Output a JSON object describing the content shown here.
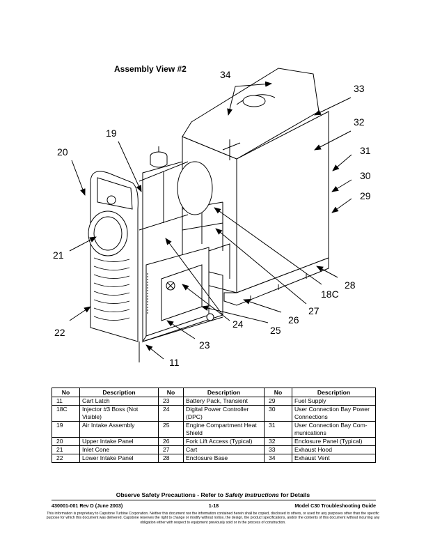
{
  "title": "Assembly View #2",
  "callouts": [
    "34",
    "33",
    "32",
    "31",
    "30",
    "29",
    "19",
    "20",
    "21",
    "22",
    "18C",
    "28",
    "27",
    "26",
    "25",
    "24",
    "23",
    "11"
  ],
  "table": {
    "headers": [
      "No",
      "Description",
      "No",
      "Description",
      "No",
      "Description"
    ],
    "rows": [
      [
        [
          "11",
          "Cart Latch"
        ],
        [
          "23",
          "Battery Pack, Transient"
        ],
        [
          "29",
          "Fuel Supply"
        ]
      ],
      [
        [
          "18C",
          "Injector #3 Boss (Not Visible)"
        ],
        [
          "24",
          "Digital Power Controller (DPC)"
        ],
        [
          "30",
          "User Connection Bay Power Connections"
        ]
      ],
      [
        [
          "19",
          "Air Intake Assembly"
        ],
        [
          "25",
          "Engine Compartment Heat Shield"
        ],
        [
          "31",
          "User Connection Bay Com-munications"
        ]
      ],
      [
        [
          "20",
          "Upper Intake Panel"
        ],
        [
          "26",
          "Fork Lift Access (Typical)"
        ],
        [
          "32",
          "Enclosure Panel (Typical)"
        ]
      ],
      [
        [
          "21",
          "Inlet Cone"
        ],
        [
          "27",
          "Cart"
        ],
        [
          "33",
          "Exhaust Hood"
        ]
      ],
      [
        [
          "22",
          "Lower Intake Panel"
        ],
        [
          "28",
          "Enclosure Base"
        ],
        [
          "34",
          "Exhaust Vent"
        ]
      ]
    ]
  },
  "safety": {
    "prefix": "Observe Safety Precautions - Refer to ",
    "emphasis": "Safety Instructions",
    "suffix": " for Details"
  },
  "footer": {
    "doc_number": "430001-001 Rev D (June 2003)",
    "page": "1-18",
    "guide": "Model C30 Troubleshooting Guide",
    "disclaimer": "This information is proprietary to Capstone Turbine Corporation. Neither this document nor the information contained herein shall be copied, disclosed to others, or used for any purposes other than the specific purpose for which this document was delivered. Capstone reserves the right to change or modify without notice, the design, the product specifications, and/or the contents of this document without incurring any obligation either with respect to equipment previously sold or in the process of construction."
  }
}
